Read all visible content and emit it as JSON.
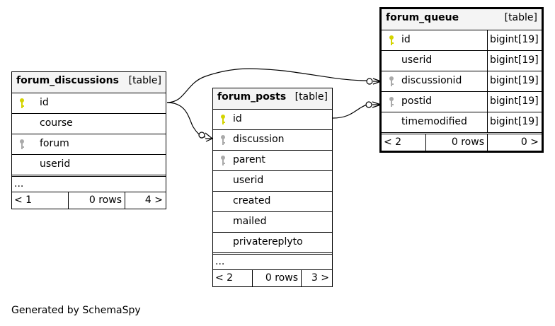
{
  "tables": {
    "forum_discussions": {
      "name": "forum_discussions",
      "kind": "[table]",
      "columns": [
        {
          "name": "id",
          "key": "primary"
        },
        {
          "name": "course",
          "key": "none"
        },
        {
          "name": "forum",
          "key": "foreign"
        },
        {
          "name": "userid",
          "key": "none"
        }
      ],
      "ellipsis": "...",
      "footer": {
        "left": "< 1",
        "mid": "0 rows",
        "right": "4 >"
      }
    },
    "forum_posts": {
      "name": "forum_posts",
      "kind": "[table]",
      "columns": [
        {
          "name": "id",
          "key": "primary"
        },
        {
          "name": "discussion",
          "key": "foreign"
        },
        {
          "name": "parent",
          "key": "foreign"
        },
        {
          "name": "userid",
          "key": "none"
        },
        {
          "name": "created",
          "key": "none"
        },
        {
          "name": "mailed",
          "key": "none"
        },
        {
          "name": "privatereplyto",
          "key": "none"
        }
      ],
      "ellipsis": "...",
      "footer": {
        "left": "< 2",
        "mid": "0 rows",
        "right": "3 >"
      }
    },
    "forum_queue": {
      "name": "forum_queue",
      "kind": "[table]",
      "columns": [
        {
          "name": "id",
          "type": "bigint[19]",
          "key": "primary"
        },
        {
          "name": "userid",
          "type": "bigint[19]",
          "key": "none"
        },
        {
          "name": "discussionid",
          "type": "bigint[19]",
          "key": "foreign"
        },
        {
          "name": "postid",
          "type": "bigint[19]",
          "key": "foreign"
        },
        {
          "name": "timemodified",
          "type": "bigint[19]",
          "key": "none"
        }
      ],
      "footer": {
        "left": "< 2",
        "mid": "0 rows",
        "right": "0 >"
      }
    }
  },
  "generated_by": "Generated by SchemaSpy",
  "colors": {
    "primary_key": "#d4d400",
    "foreign_key": "#aaaaaa",
    "header_bg": "#f4f4f4"
  }
}
